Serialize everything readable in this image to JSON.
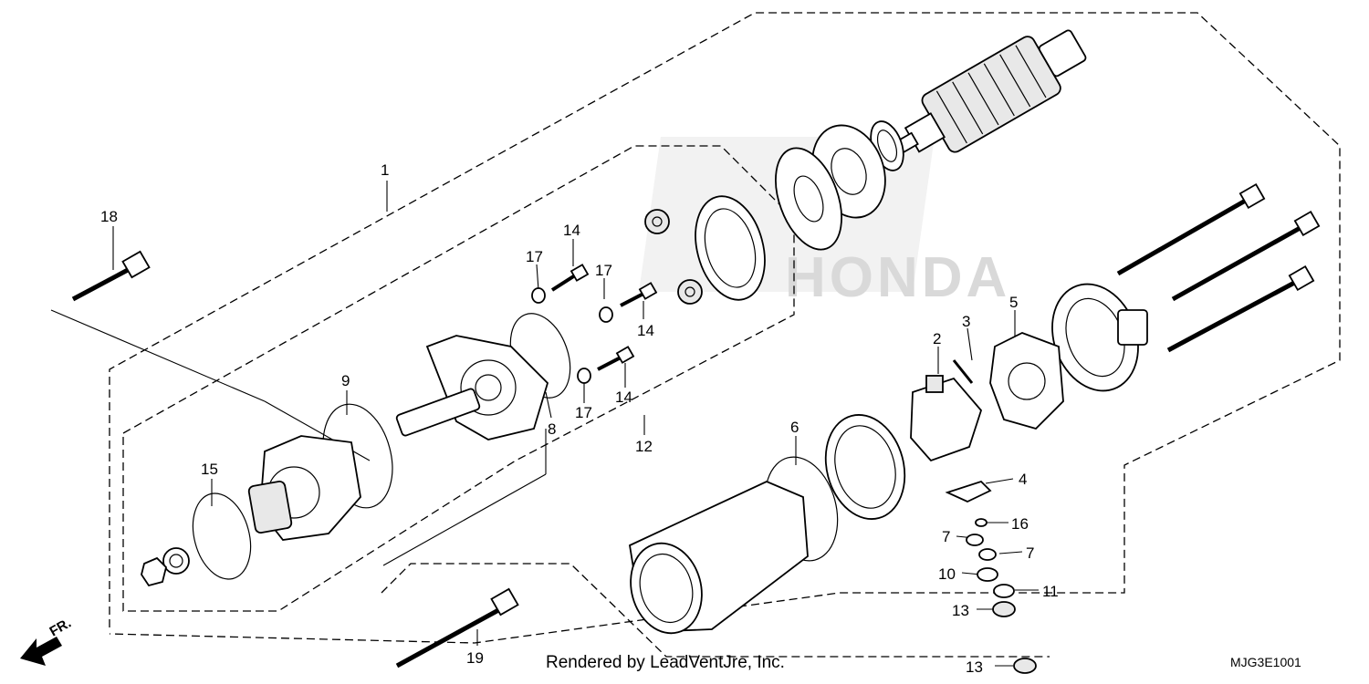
{
  "callouts": [
    {
      "id": "c1",
      "text": "1"
    },
    {
      "id": "c2",
      "text": "2"
    },
    {
      "id": "c3",
      "text": "3"
    },
    {
      "id": "c4",
      "text": "4"
    },
    {
      "id": "c5",
      "text": "5"
    },
    {
      "id": "c6",
      "text": "6"
    },
    {
      "id": "c7a",
      "text": "7"
    },
    {
      "id": "c7b",
      "text": "7"
    },
    {
      "id": "c8",
      "text": "8"
    },
    {
      "id": "c9",
      "text": "9"
    },
    {
      "id": "c10",
      "text": "10"
    },
    {
      "id": "c11",
      "text": "11"
    },
    {
      "id": "c12",
      "text": "12"
    },
    {
      "id": "c13a",
      "text": "13"
    },
    {
      "id": "c13b",
      "text": "13"
    },
    {
      "id": "c14a",
      "text": "14"
    },
    {
      "id": "c14b",
      "text": "14"
    },
    {
      "id": "c14c",
      "text": "14"
    },
    {
      "id": "c15",
      "text": "15"
    },
    {
      "id": "c16",
      "text": "16"
    },
    {
      "id": "c17a",
      "text": "17"
    },
    {
      "id": "c17b",
      "text": "17"
    },
    {
      "id": "c17c",
      "text": "17"
    },
    {
      "id": "c18",
      "text": "18"
    },
    {
      "id": "c19",
      "text": "19"
    }
  ],
  "credit": "Rendered by LeadVentJre, Inc.",
  "diagram_code": "MJG3E1001",
  "direction_label": "FR.",
  "watermark": "HONDA"
}
